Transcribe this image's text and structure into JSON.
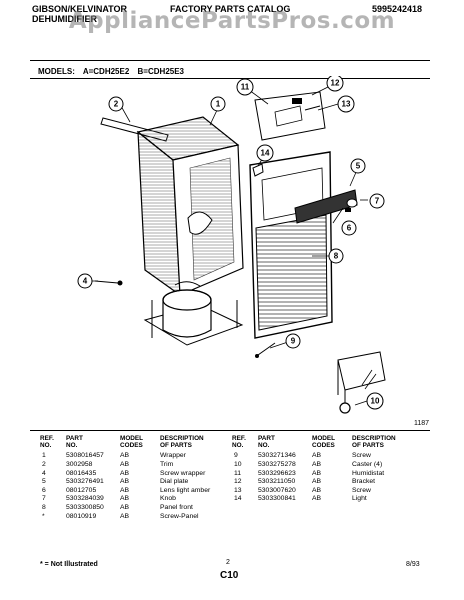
{
  "header": {
    "left_line1": "GIBSON/KELVINATOR",
    "left_line2": "DEHUMIDIFIER",
    "center": "FACTORY PARTS CATALOG",
    "right": "5995242418"
  },
  "watermark": "AppliancePartsPros.com",
  "models": {
    "label": "MODELS:",
    "a": "A=CDH25E2",
    "b": "B=CDH25E3"
  },
  "diagram": {
    "callouts": [
      "1",
      "2",
      "4",
      "5",
      "6",
      "7",
      "8",
      "9",
      "10",
      "11",
      "12",
      "13",
      "14"
    ],
    "code": "1187"
  },
  "table": {
    "headers": {
      "ref": [
        "REF.",
        "NO."
      ],
      "part": [
        "PART",
        "NO."
      ],
      "model": [
        "MODEL",
        "CODES"
      ],
      "desc": [
        "DESCRIPTION",
        "OF PARTS"
      ]
    },
    "left_rows": [
      {
        "ref": "1",
        "part": "5308016457",
        "model": "AB",
        "desc": "Wrapper"
      },
      {
        "ref": "2",
        "part": "3002958",
        "model": "AB",
        "desc": "Trim"
      },
      {
        "ref": "4",
        "part": "08016435",
        "model": "AB",
        "desc": "Screw wrapper"
      },
      {
        "ref": "5",
        "part": "5303276491",
        "model": "AB",
        "desc": "Dial plate"
      },
      {
        "ref": "6",
        "part": "08012705",
        "model": "AB",
        "desc": "Lens light amber"
      },
      {
        "ref": "7",
        "part": "5303284039",
        "model": "AB",
        "desc": "Knob"
      },
      {
        "ref": "8",
        "part": "5303300850",
        "model": "AB",
        "desc": "Panel front"
      },
      {
        "ref": "*",
        "part": "08010919",
        "model": "AB",
        "desc": "Screw-Panel"
      }
    ],
    "right_rows": [
      {
        "ref": "9",
        "part": "5303271346",
        "model": "AB",
        "desc": "Screw"
      },
      {
        "ref": "10",
        "part": "5303275278",
        "model": "AB",
        "desc": "Caster (4)"
      },
      {
        "ref": "11",
        "part": "5303296623",
        "model": "AB",
        "desc": "Humidistat"
      },
      {
        "ref": "12",
        "part": "5303211050",
        "model": "AB",
        "desc": "Bracket"
      },
      {
        "ref": "13",
        "part": "5303007620",
        "model": "AB",
        "desc": "Screw"
      },
      {
        "ref": "14",
        "part": "5303300841",
        "model": "AB",
        "desc": "Light"
      }
    ]
  },
  "footer": {
    "note": "* = Not Illustrated",
    "page": "2",
    "code": "C10",
    "date": "8/93"
  }
}
